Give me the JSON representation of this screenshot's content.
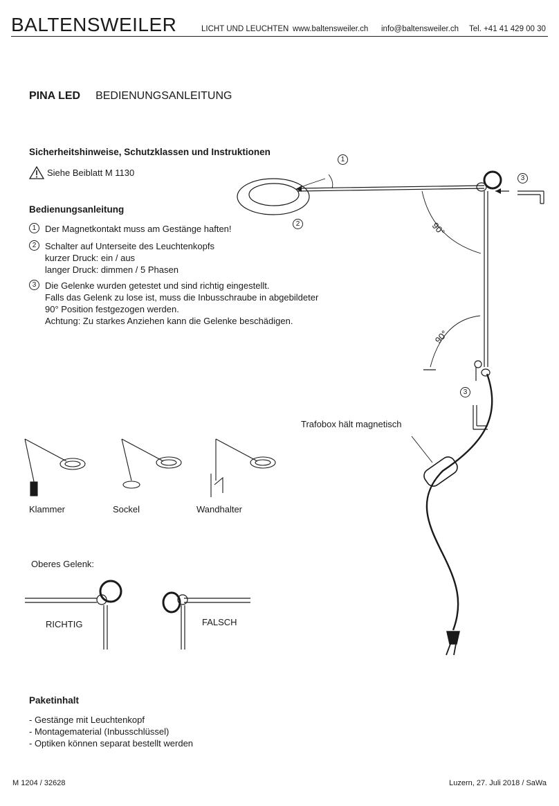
{
  "header": {
    "brand": "BALTENSWEILER",
    "tagline": "LICHT UND LEUCHTEN",
    "website": "www.baltensweiler.ch",
    "email": "info@baltensweiler.ch",
    "phone": "Tel. +41 41 429 00 30"
  },
  "title": {
    "product": "PINA LED",
    "doc_type": "BEDIENUNGSANLEITUNG"
  },
  "safety": {
    "heading": "Sicherheitshinweise, Schutzklassen und Instruktionen",
    "note": "Siehe Beiblatt M 1130"
  },
  "operation": {
    "heading": "Bedienungsanleitung",
    "items": [
      {
        "num": "1",
        "lines": [
          "Der Magnetkontakt muss am Gestänge haften!"
        ]
      },
      {
        "num": "2",
        "lines": [
          "Schalter auf Unterseite des Leuchtenkopfs",
          "kurzer Druck: ein / aus",
          "langer Druck: dimmen / 5 Phasen"
        ]
      },
      {
        "num": "3",
        "lines": [
          "Die Gelenke wurden getestet und sind richtig eingestellt.",
          "Falls das Gelenk zu lose ist, muss die Inbusschraube in abgebildeter",
          "90° Position festgezogen werden.",
          "Achtung: Zu starkes Anziehen kann die Gelenke beschädigen."
        ]
      }
    ]
  },
  "diagram": {
    "callouts": [
      "1",
      "2",
      "3",
      "3"
    ],
    "angles": [
      "90°",
      "90°"
    ],
    "trafo_label": "Trafobox hält magnetisch"
  },
  "mounts": [
    "Klammer",
    "Sockel",
    "Wandhalter"
  ],
  "joint": {
    "heading": "Oberes Gelenk:",
    "correct": "RICHTIG",
    "wrong": "FALSCH"
  },
  "package": {
    "heading": "Paketinhalt",
    "items": [
      "- Gestänge mit Leuchtenkopf",
      "- Montagematerial (Inbusschlüssel)",
      "- Optiken können separat bestellt werden"
    ]
  },
  "footer": {
    "doc_id": "M 1204 / 32628",
    "date_author": "Luzern, 27. Juli 2018 / SaWa"
  }
}
